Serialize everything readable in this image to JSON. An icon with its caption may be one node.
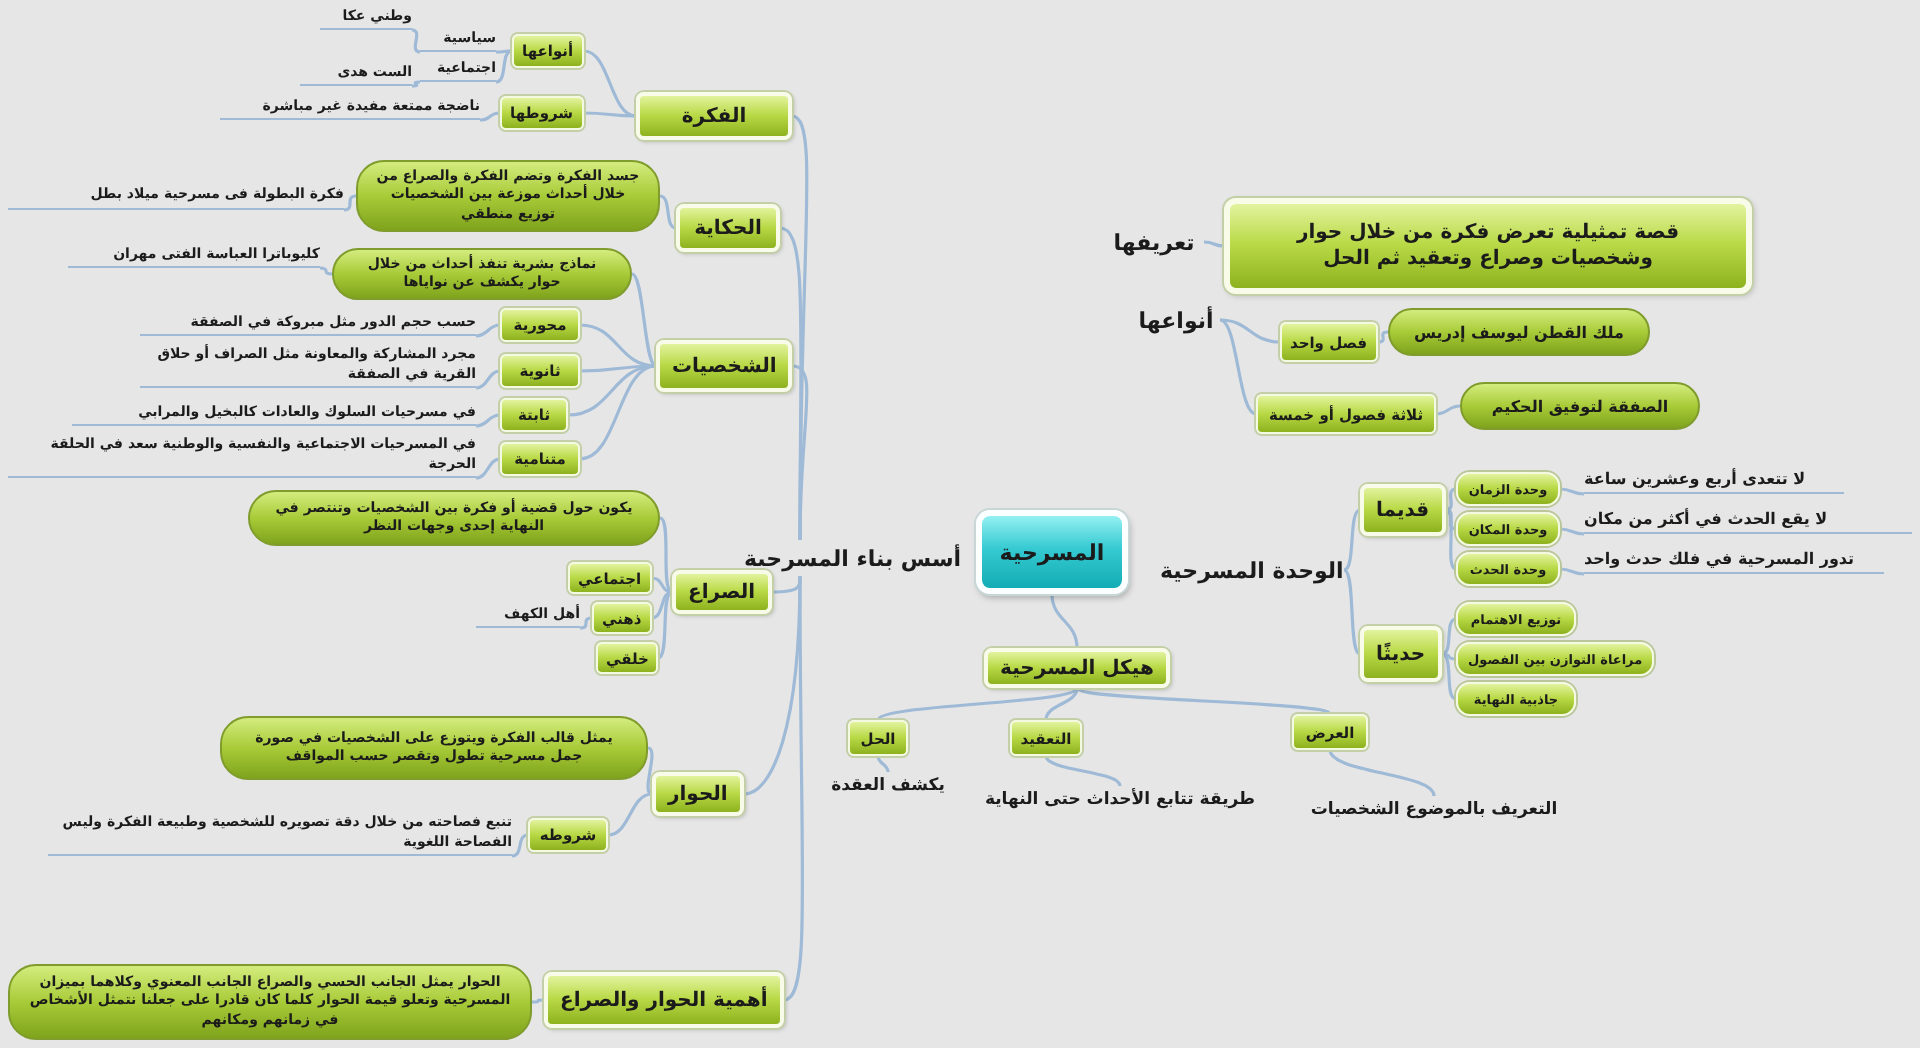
{
  "diagram": {
    "nodes": [
      {
        "text": [
          "المسرحية"
        ]
      },
      {
        "text": [
          "أسس بناء المسرحية"
        ]
      },
      {
        "text": [
          "الفكرة"
        ]
      },
      {
        "text": [
          "أنواعها"
        ]
      },
      {
        "text": [
          "سياسية"
        ]
      },
      {
        "text": [
          "وطني عكا"
        ]
      },
      {
        "text": [
          "اجتماعية"
        ]
      },
      {
        "text": [
          "الست هدى"
        ]
      },
      {
        "text": [
          "شروطها"
        ]
      },
      {
        "text": [
          "ناضجة ممتعة مفيدة غير مباشرة"
        ]
      },
      {
        "text": [
          "الحكاية"
        ]
      },
      {
        "text": [
          "جسد الفكرة وتضم الفكرة والصراع من خلال أحداث موزعة بين الشخصيات توزيع منطقي"
        ]
      },
      {
        "text": [
          "فكرة البطولة فى مسرحية ميلاد بطل"
        ]
      },
      {
        "text": [
          "الشخصيات"
        ]
      },
      {
        "text": [
          "نماذج بشرية تنفذ أحداث من خلال حوار يكشف عن نواياها"
        ]
      },
      {
        "text": [
          "كليوباترا العباسة الفتى مهران"
        ]
      },
      {
        "text": [
          "محورية"
        ]
      },
      {
        "text": [
          "حسب حجم الدور مثل مبروكة في الصفقة"
        ]
      },
      {
        "text": [
          "ثانوية"
        ]
      },
      {
        "text": [
          "مجرد المشاركة والمعاونة مثل الصراف أو حلاق القرية في الصفقة"
        ]
      },
      {
        "text": [
          "ثابتة"
        ]
      },
      {
        "text": [
          "في مسرحيات السلوك والعادات كالبخيل والمرابي"
        ]
      },
      {
        "text": [
          "متنامية"
        ]
      },
      {
        "text": [
          "في المسرحيات الاجتماعية والنفسية والوطنية سعد في الحلقة الحرجة"
        ]
      },
      {
        "text": [
          "الصراع"
        ]
      },
      {
        "text": [
          "يكون حول قضية أو فكرة بين الشخصيات وتنتصر في النهاية إحدى وجهات النظر"
        ]
      },
      {
        "text": [
          "اجتماعي"
        ]
      },
      {
        "text": [
          "ذهني"
        ]
      },
      {
        "text": [
          "أهل الكهف"
        ]
      },
      {
        "text": [
          "خلقي"
        ]
      },
      {
        "text": [
          "الحوار"
        ]
      },
      {
        "text": [
          "يمثل قالب الفكرة ويتوزع على الشخصيات في صورة جمل مسرحية تطول وتقصر حسب المواقف"
        ]
      },
      {
        "text": [
          "شروطه"
        ]
      },
      {
        "text": [
          "تنبع فصاحته من خلال دقة تصويره للشخصية وطبيعة الفكرة وليس الفصاحة اللغوية"
        ]
      },
      {
        "text": [
          "أهمية الحوار والصراع"
        ]
      },
      {
        "text": [
          "الحوار يمثل الجانب الحسي والصراع الجانب المعنوي وكلاهما بميزان المسرحية وتعلو قيمة الحوار كلما كان قادرا على جعلنا نتمثل الأشخاص في زمانهم ومكانهم"
        ]
      },
      {
        "text": [
          "تعريفها"
        ]
      },
      {
        "text": [
          "قصة تمثيلية تعرض فكرة من خلال حوار وشخصيات وصراع وتعقيد ثم الحل"
        ]
      },
      {
        "text": [
          "أنواعها"
        ]
      },
      {
        "text": [
          "فصل واحد"
        ]
      },
      {
        "text": [
          "ملك القطن ليوسف إدريس"
        ]
      },
      {
        "text": [
          "ثلاثة فصول أو خمسة"
        ]
      },
      {
        "text": [
          "الصفقة لتوفيق الحكيم"
        ]
      },
      {
        "text": [
          "الوحدة المسرحية"
        ]
      },
      {
        "text": [
          "قديما"
        ]
      },
      {
        "text": [
          "وحدة الزمان"
        ]
      },
      {
        "text": [
          "لا تتعدى أربع وعشرين ساعة"
        ]
      },
      {
        "text": [
          "وحدة المكان"
        ]
      },
      {
        "text": [
          "لا يقع الحدث في أكثر من مكان"
        ]
      },
      {
        "text": [
          "وحدة الحدث"
        ]
      },
      {
        "text": [
          "تدور المسرحية في فلك حدث واحد"
        ]
      },
      {
        "text": [
          "حديثًا"
        ]
      },
      {
        "text": [
          "توزيع الاهتمام"
        ]
      },
      {
        "text": [
          "مراعاة التوازن بين الفصول"
        ]
      },
      {
        "text": [
          "جاذبية النهاية"
        ]
      },
      {
        "text": [
          "هيكل المسرحية"
        ]
      },
      {
        "text": [
          "الحل"
        ]
      },
      {
        "text": [
          "يكشف العقدة"
        ]
      },
      {
        "text": [
          "التعقيد"
        ]
      },
      {
        "text": [
          "طريقة تتابع الأحداث حتى النهاية"
        ]
      },
      {
        "text": [
          "العرض"
        ]
      },
      {
        "text": [
          "التعريف بالموضوع الشخصيات"
        ]
      }
    ],
    "edges": [
      {
        "from": 1,
        "to": 2,
        "arrow": "none"
      },
      {
        "from": 1,
        "to": 10,
        "arrow": "none"
      },
      {
        "from": 1,
        "to": 13,
        "arrow": "none"
      },
      {
        "from": 1,
        "to": 24,
        "arrow": "none"
      },
      {
        "from": 1,
        "to": 30,
        "arrow": "none"
      },
      {
        "from": 1,
        "to": 34,
        "arrow": "none"
      },
      {
        "from": 2,
        "to": 3,
        "arrow": "none"
      },
      {
        "from": 3,
        "to": 4,
        "arrow": "none"
      },
      {
        "from": 3,
        "to": 6,
        "arrow": "none"
      },
      {
        "from": 4,
        "to": 5,
        "arrow": "none"
      },
      {
        "from": 6,
        "to": 7,
        "arrow": "none"
      },
      {
        "from": 2,
        "to": 8,
        "arrow": "none"
      },
      {
        "from": 8,
        "to": 9,
        "arrow": "none"
      },
      {
        "from": 10,
        "to": 11,
        "arrow": "none"
      },
      {
        "from": 11,
        "to": 12,
        "arrow": "none"
      },
      {
        "from": 13,
        "to": 14,
        "arrow": "none"
      },
      {
        "from": 14,
        "to": 15,
        "arrow": "none"
      },
      {
        "from": 13,
        "to": 16,
        "arrow": "none"
      },
      {
        "from": 16,
        "to": 17,
        "arrow": "none"
      },
      {
        "from": 13,
        "to": 18,
        "arrow": "none"
      },
      {
        "from": 18,
        "to": 19,
        "arrow": "none"
      },
      {
        "from": 13,
        "to": 20,
        "arrow": "none"
      },
      {
        "from": 20,
        "to": 21,
        "arrow": "none"
      },
      {
        "from": 13,
        "to": 22,
        "arrow": "none"
      },
      {
        "from": 22,
        "to": 23,
        "arrow": "none"
      },
      {
        "from": 24,
        "to": 25,
        "arrow": "none"
      },
      {
        "from": 24,
        "to": 26,
        "arrow": "none"
      },
      {
        "from": 24,
        "to": 27,
        "arrow": "none"
      },
      {
        "from": 27,
        "to": 28,
        "arrow": "none"
      },
      {
        "from": 24,
        "to": 29,
        "arrow": "none"
      },
      {
        "from": 30,
        "to": 31,
        "arrow": "none"
      },
      {
        "from": 30,
        "to": 32,
        "arrow": "none"
      },
      {
        "from": 32,
        "to": 33,
        "arrow": "none"
      },
      {
        "from": 34,
        "to": 35,
        "arrow": "none"
      },
      {
        "from": 36,
        "to": 37,
        "arrow": "none"
      },
      {
        "from": 38,
        "to": 39,
        "arrow": "none"
      },
      {
        "from": 39,
        "to": 40,
        "arrow": "none"
      },
      {
        "from": 38,
        "to": 41,
        "arrow": "none"
      },
      {
        "from": 41,
        "to": 42,
        "arrow": "none"
      },
      {
        "from": 43,
        "to": 44,
        "arrow": "none"
      },
      {
        "from": 44,
        "to": 45,
        "arrow": "none"
      },
      {
        "from": 45,
        "to": 46,
        "arrow": "none"
      },
      {
        "from": 44,
        "to": 47,
        "arrow": "none"
      },
      {
        "from": 47,
        "to": 48,
        "arrow": "none"
      },
      {
        "from": 44,
        "to": 49,
        "arrow": "none"
      },
      {
        "from": 49,
        "to": 50,
        "arrow": "none"
      },
      {
        "from": 43,
        "to": 51,
        "arrow": "none"
      },
      {
        "from": 51,
        "to": 52,
        "arrow": "none"
      },
      {
        "from": 51,
        "to": 53,
        "arrow": "none"
      },
      {
        "from": 51,
        "to": 54,
        "arrow": "none"
      },
      {
        "from": 0,
        "to": 55,
        "arrow": "none"
      },
      {
        "from": 55,
        "to": 56,
        "arrow": "none"
      },
      {
        "from": 56,
        "to": 57,
        "arrow": "none"
      },
      {
        "from": 55,
        "to": 58,
        "arrow": "none"
      },
      {
        "from": 58,
        "to": 59,
        "arrow": "none"
      },
      {
        "from": 55,
        "to": 60,
        "arrow": "none"
      },
      {
        "from": 60,
        "to": 61,
        "arrow": "none"
      }
    ]
  }
}
